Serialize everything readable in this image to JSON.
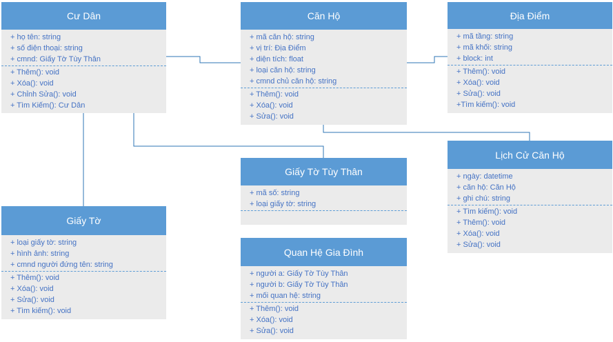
{
  "classes": [
    {
      "name": "Cư Dân",
      "attributes": [
        "+ họ tên: string",
        "+ số điện thoại: string",
        "+ cmnd: Giấy Tờ Tùy Thân"
      ],
      "methods": [
        "+ Thêm(): void",
        "+ Xóa(): void",
        "+ Chỉnh Sửa(): void",
        "+ Tìm Kiếm(): Cư Dân"
      ]
    },
    {
      "name": "Căn Hộ",
      "attributes": [
        "+ mã căn hộ: string",
        "+ vị trí: Địa Điểm",
        "+ diện tích: float",
        "+ loại căn hộ: string",
        "+ cmnd chủ căn hộ: string"
      ],
      "methods": [
        "+ Thêm(): void",
        "+ Xóa(): void",
        "+ Sửa(): void"
      ]
    },
    {
      "name": "Địa Điểm",
      "attributes": [
        "+ mã tầng: string",
        "+ mã khối: string",
        "+ block: int"
      ],
      "methods": [
        "+ Thêm(): void",
        "+ Xóa(): void",
        "+ Sửa(): void",
        "+Tìm kiếm(): void"
      ]
    },
    {
      "name": "Lịch Cử Căn Hộ",
      "attributes": [
        "+ ngày: datetime",
        "+ căn hộ: Căn Hộ",
        "+ ghi chú: string"
      ],
      "methods": [
        "+ Tìm kiếm(): void",
        "+ Thêm(): void",
        "+ Xóa(): void",
        "+ Sửa(): void"
      ]
    },
    {
      "name": "Giấy Tờ Tùy Thân",
      "attributes": [
        "+ mã số: string",
        "+ loại giấy tờ: string"
      ],
      "methods": []
    },
    {
      "name": "Giấy Tờ",
      "attributes": [
        "+ loại giấy tờ: string",
        "+ hình ảnh: string",
        "+ cmnd người đứng tên: string"
      ],
      "methods": [
        "+ Thêm(): void",
        "+ Xóa(): void",
        "+ Sửa(): void",
        "+ Tìm kiếm(): void"
      ]
    },
    {
      "name": "Quan Hệ Gia Đình",
      "attributes": [
        "+ người a: Giấy Tờ Tùy Thân",
        "+ người b: Giấy Tờ Tùy Thân",
        "+ mối quan hệ: string"
      ],
      "methods": [
        "+ Thêm(): void",
        "+ Xóa(): void",
        "+ Sửa(): void"
      ]
    }
  ],
  "colors": {
    "header": "#5b9bd5",
    "header_text": "#ffffff",
    "body": "#ebebeb",
    "member_text": "#4472c4",
    "connector": "#2e75b6"
  }
}
